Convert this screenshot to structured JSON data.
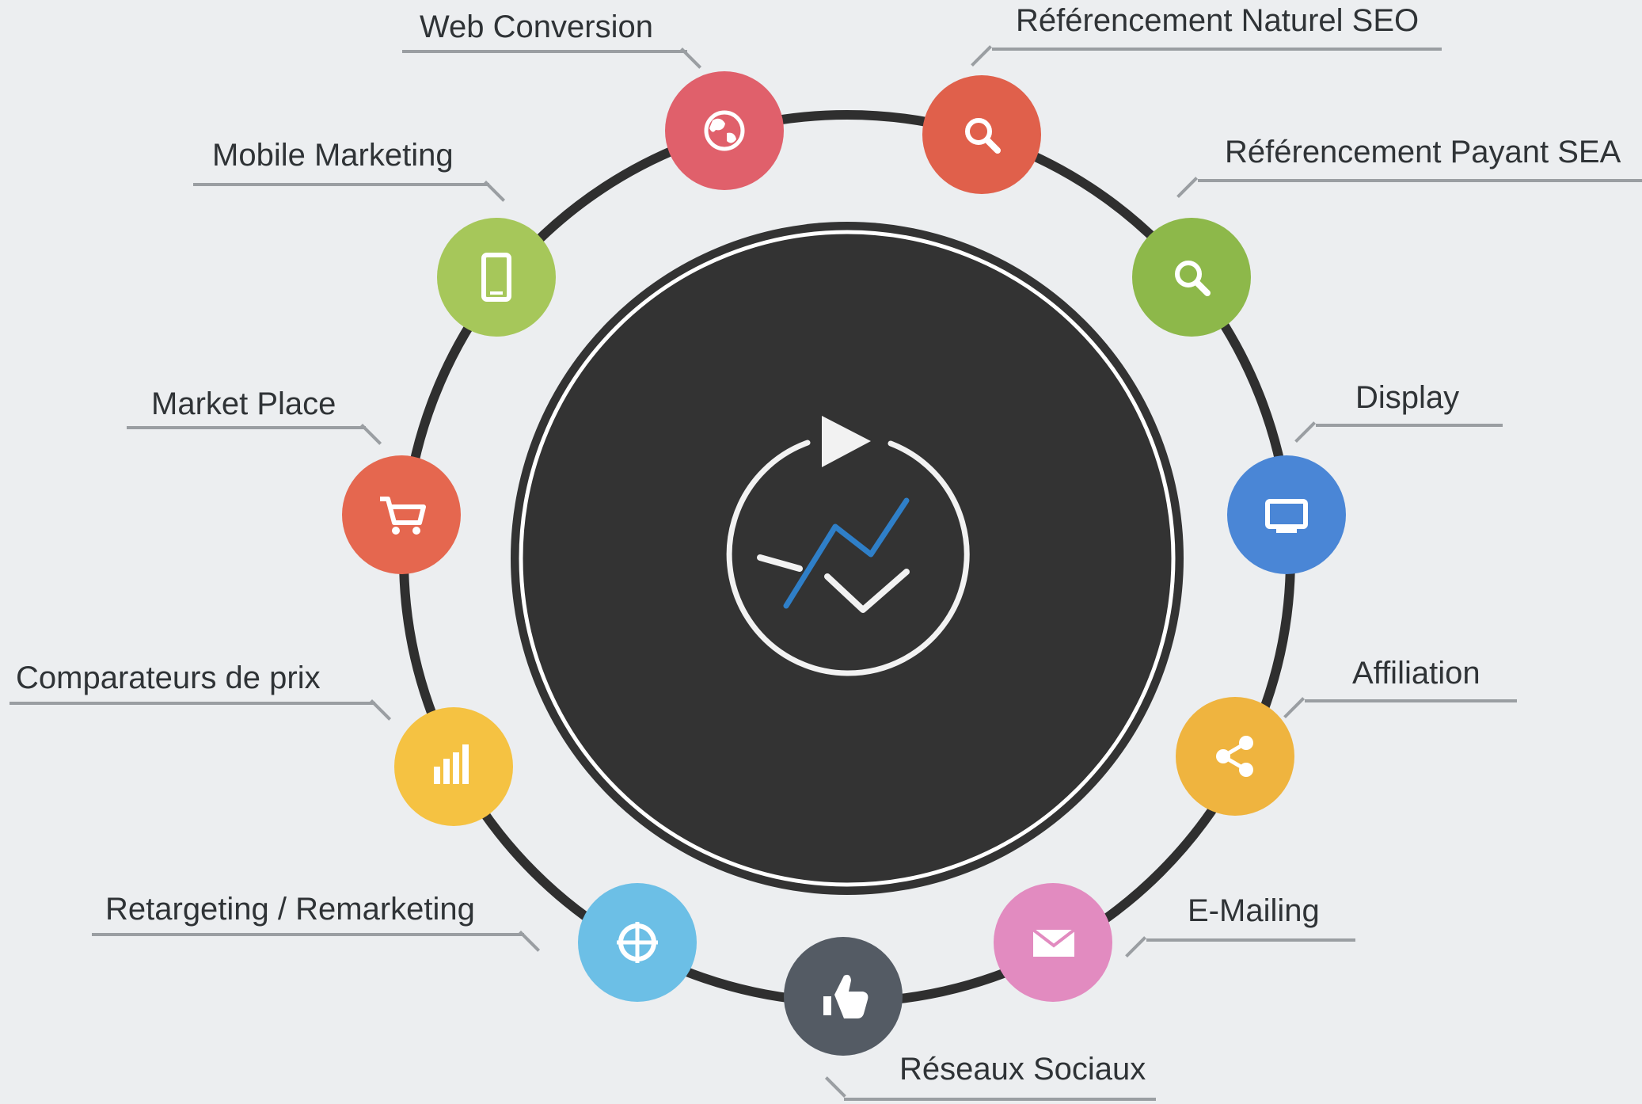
{
  "diagram": {
    "center_icon": "refresh-chart-icon",
    "nodes": [
      {
        "id": "web-conversion",
        "label": "Web Conversion",
        "icon": "globe-icon",
        "color": "#e0606b"
      },
      {
        "id": "referencement-naturel-seo",
        "label": "Référencement Naturel SEO",
        "icon": "search-icon",
        "color": "#e0604b"
      },
      {
        "id": "referencement-payant-sea",
        "label": "Référencement Payant SEA",
        "icon": "search-icon",
        "color": "#8db84a"
      },
      {
        "id": "display",
        "label": "Display",
        "icon": "monitor-icon",
        "color": "#4a86d6"
      },
      {
        "id": "affiliation",
        "label": "Affiliation",
        "icon": "share-icon",
        "color": "#efb43f"
      },
      {
        "id": "e-mailing",
        "label": "E-Mailing",
        "icon": "envelope-icon",
        "color": "#e28bc0"
      },
      {
        "id": "reseaux-sociaux",
        "label": "Réseaux Sociaux",
        "icon": "thumbs-up-icon",
        "color": "#545b64"
      },
      {
        "id": "retargeting-remarketing",
        "label": "Retargeting / Remarketing",
        "icon": "crosshair-icon",
        "color": "#6cbfe6"
      },
      {
        "id": "comparateurs-de-prix",
        "label": "Comparateurs de prix",
        "icon": "bar-chart-icon",
        "color": "#f5c242"
      },
      {
        "id": "market-place",
        "label": "Market Place",
        "icon": "cart-icon",
        "color": "#e5674f"
      },
      {
        "id": "mobile-marketing",
        "label": "Mobile Marketing",
        "icon": "mobile-phone-icon",
        "color": "#a6c75a"
      }
    ]
  },
  "colors": {
    "background": "#eceef0",
    "ring": "#2f2f2f",
    "center_disc": "#333333",
    "center_outline": "#ffffff",
    "chart_line": "#2f7fc8"
  }
}
